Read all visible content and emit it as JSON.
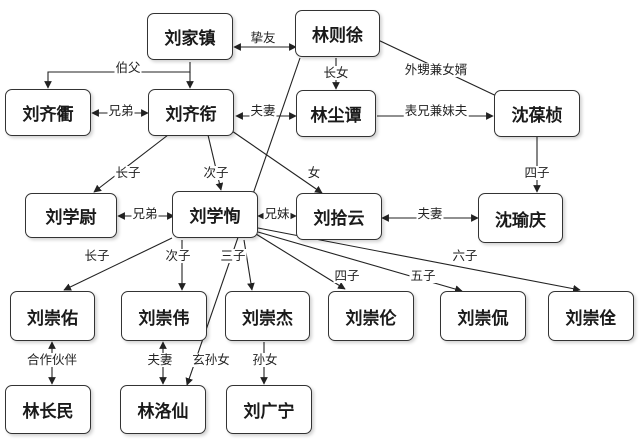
{
  "colors": {
    "line": "#222222",
    "node_border": "#333333",
    "text": "#1a1a1a"
  },
  "nodes": {
    "liu_jiazhen": "刘家镇",
    "lin_zexu": "林则徐",
    "liu_qiqu": "刘齐衢",
    "liu_qiyan": "刘齐衔",
    "lin_chentan": "林尘谭",
    "shen_baozhen": "沈葆桢",
    "liu_xuewei": "刘学尉",
    "liu_xuexun": "刘学恂",
    "liu_shiyun": "刘拾云",
    "shen_yuqing": "沈瑜庆",
    "liu_chongyou": "刘崇佑",
    "liu_chongwei": "刘崇伟",
    "liu_chongjie": "刘崇杰",
    "liu_chonglun": "刘崇伦",
    "liu_chongkan": "刘崇侃",
    "liu_chongquan": "刘崇佺",
    "lin_zhangmin": "林长民",
    "lin_luoxian": "林洛仙",
    "liu_guangning": "刘广宁"
  },
  "relations": {
    "zhiyou": "挚友",
    "bofu": "伯父",
    "zhangnv": "长女",
    "waisheng": "外甥兼女婿",
    "xiongdi_1": "兄弟",
    "fuqi_1": "夫妻",
    "biaoxiong": "表兄兼妹夫",
    "sizi_1": "四子",
    "zhangzi_1": "长子",
    "cizi_1": "次子",
    "nv": "女",
    "xiongdi_2": "兄弟",
    "xiongmei": "兄妹",
    "fuqi_2": "夫妻",
    "zhangzi_2": "长子",
    "cizi_2": "次子",
    "sanzi": "三子",
    "sizi_2": "四子",
    "wuzi": "五子",
    "liuzi": "六子",
    "hezuo": "合作伙伴",
    "fuqi_3": "夫妻",
    "xuansunnv": "玄孙女",
    "sunnv": "孙女"
  }
}
